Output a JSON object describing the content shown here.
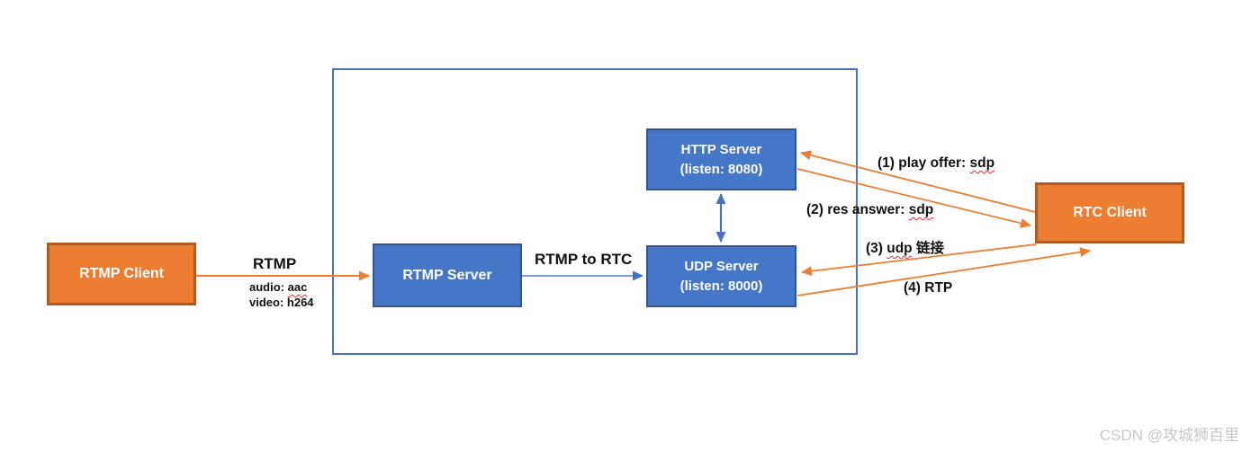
{
  "colors": {
    "orange_fill": "#ED7D31",
    "orange_border": "#AE5A21",
    "blue_fill": "#4577C8",
    "blue_border": "#2F5597",
    "boundary_border": "#4472C4",
    "arrow_orange": "#ED7D31",
    "arrow_blue": "#4472C4",
    "arrow_blue_light": "#7D9BD6",
    "label_color": "#111111",
    "wavy_red": "#E03030",
    "watermark_color": "#C7C7C7"
  },
  "boxes": {
    "rtmp_client": {
      "label": "RTMP Client"
    },
    "rtmp_server": {
      "label": "RTMP Server"
    },
    "http_server": {
      "label": "HTTP Server",
      "sublabel": "(listen: 8080)"
    },
    "udp_server": {
      "label": "UDP Server",
      "sublabel": "(listen: 8000)"
    },
    "rtc_client": {
      "label": "RTC Client"
    }
  },
  "edges": {
    "rtmp": {
      "label": "RTMP",
      "audio_prefix": "audio: ",
      "audio_codec": "aac",
      "video_detail": "video: h264"
    },
    "rtmp_to_rtc": {
      "label": "RTMP to RTC"
    },
    "play_offer": {
      "prefix": "(1) play offer: ",
      "term": "sdp"
    },
    "res_answer": {
      "prefix": "(2) res answer: ",
      "term": "sdp"
    },
    "udp_link": {
      "prefix": "(3) ",
      "term": "udp",
      "suffix": " 链接"
    },
    "rtp": {
      "label": "(4) RTP"
    }
  },
  "watermark": "CSDN @攻城狮百里"
}
